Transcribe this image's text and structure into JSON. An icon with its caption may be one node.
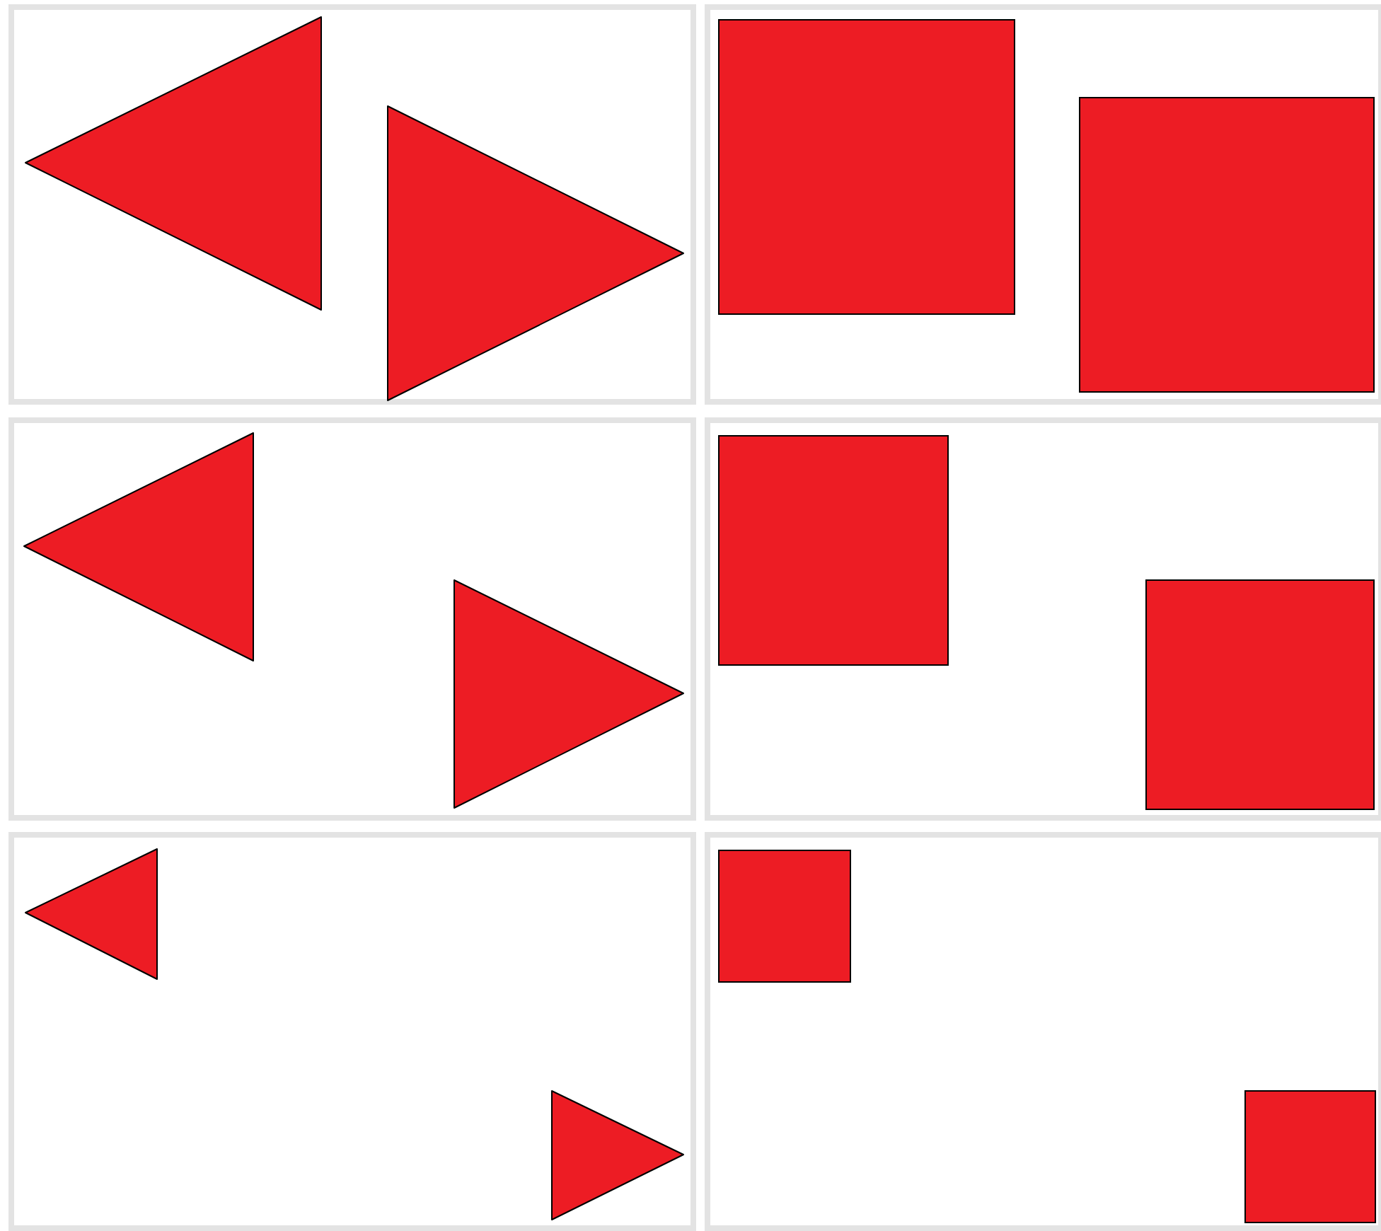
{
  "diagram": {
    "nodes": [
      {
        "text": [],
        "shape": "box"
      },
      {
        "text": [],
        "shape": "triangle",
        "in": 0
      },
      {
        "text": [],
        "shape": "triangle",
        "in": 0
      },
      {
        "text": [],
        "shape": "box"
      },
      {
        "text": [],
        "shape": "box",
        "in": 3
      },
      {
        "text": [],
        "shape": "box",
        "in": 3
      },
      {
        "text": [],
        "shape": "box"
      },
      {
        "text": [],
        "shape": "triangle",
        "in": 6
      },
      {
        "text": [],
        "shape": "triangle",
        "in": 6
      },
      {
        "text": [],
        "shape": "box"
      },
      {
        "text": [],
        "shape": "box",
        "in": 9
      },
      {
        "text": [],
        "shape": "box",
        "in": 9
      },
      {
        "text": [],
        "shape": "box"
      },
      {
        "text": [],
        "shape": "triangle",
        "in": 12
      },
      {
        "text": [],
        "shape": "triangle",
        "in": 12
      },
      {
        "text": [],
        "shape": "box"
      },
      {
        "text": [],
        "shape": "box",
        "in": 15
      },
      {
        "text": [],
        "shape": "box",
        "in": 15
      }
    ]
  }
}
